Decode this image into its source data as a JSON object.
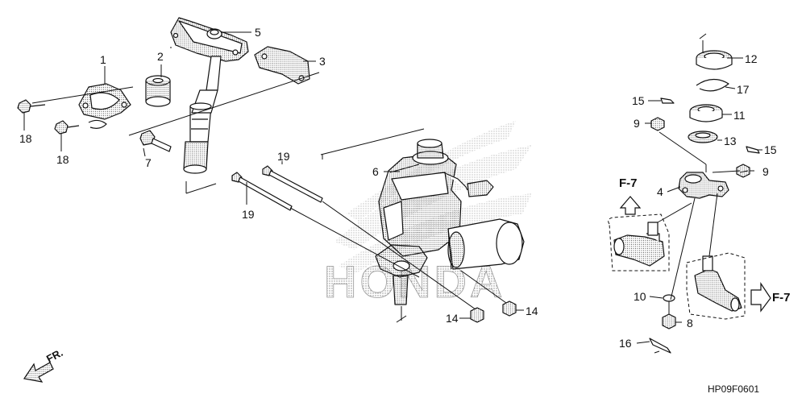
{
  "callouts": {
    "c1": "1",
    "c2": "2",
    "c3": "3",
    "c4": "4",
    "c5": "5",
    "c6": "6",
    "c7": "7",
    "c8": "8",
    "c9a": "9",
    "c9b": "9",
    "c10": "10",
    "c11": "11",
    "c12": "12",
    "c13": "13",
    "c14a": "14",
    "c14b": "14",
    "c15a": "15",
    "c15b": "15",
    "c16": "16",
    "c17": "17",
    "c18a": "18",
    "c18b": "18",
    "c19a": "19",
    "c19b": "19"
  },
  "references": {
    "f7_top": "F-7",
    "f7_right": "F-7",
    "front": "FR."
  },
  "diagram_code": "HP09F0601",
  "watermark_brand": "HONDA"
}
